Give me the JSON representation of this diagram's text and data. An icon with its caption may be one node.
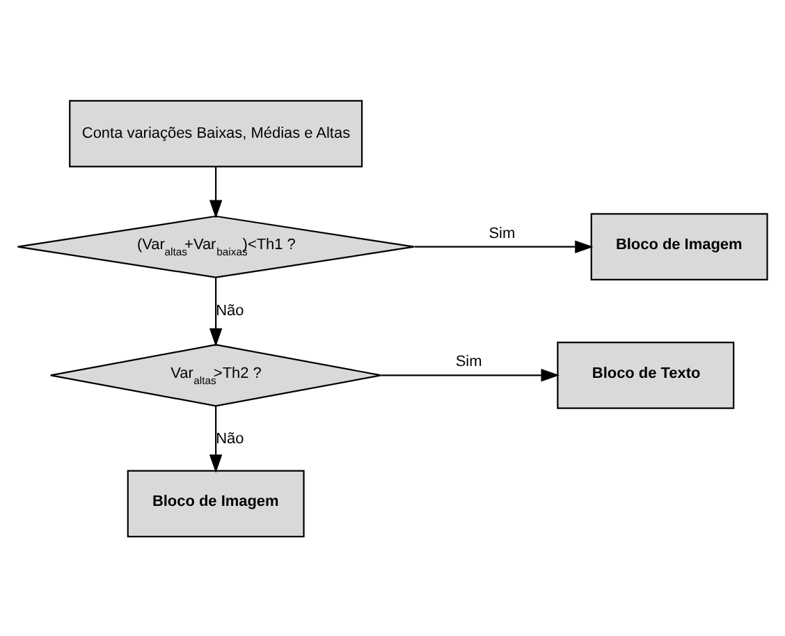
{
  "diagram": {
    "nodes": [
      {
        "text": [
          "Conta variações Baixas, Médias e Altas"
        ]
      },
      {
        "text": [
          "(Var$_{altas}$+Var$_{baixas}$)<Th1 ?"
        ]
      },
      {
        "text": [
          "Bloco de Imagem"
        ]
      },
      {
        "text": [
          "Var$_{altas}$>Th2 ?"
        ]
      },
      {
        "text": [
          "Bloco de Texto"
        ]
      },
      {
        "text": [
          "Bloco de Imagem"
        ]
      }
    ],
    "edges": [
      {
        "from": 0,
        "to": 1,
        "arrow": "to"
      },
      {
        "from": 1,
        "to": 2,
        "arrow": "to",
        "label": "Sim"
      },
      {
        "from": 1,
        "to": 3,
        "arrow": "to",
        "label": "Não"
      },
      {
        "from": 3,
        "to": 4,
        "arrow": "to",
        "label": "Sim"
      },
      {
        "from": 3,
        "to": 5,
        "arrow": "to",
        "label": "Não"
      }
    ]
  }
}
